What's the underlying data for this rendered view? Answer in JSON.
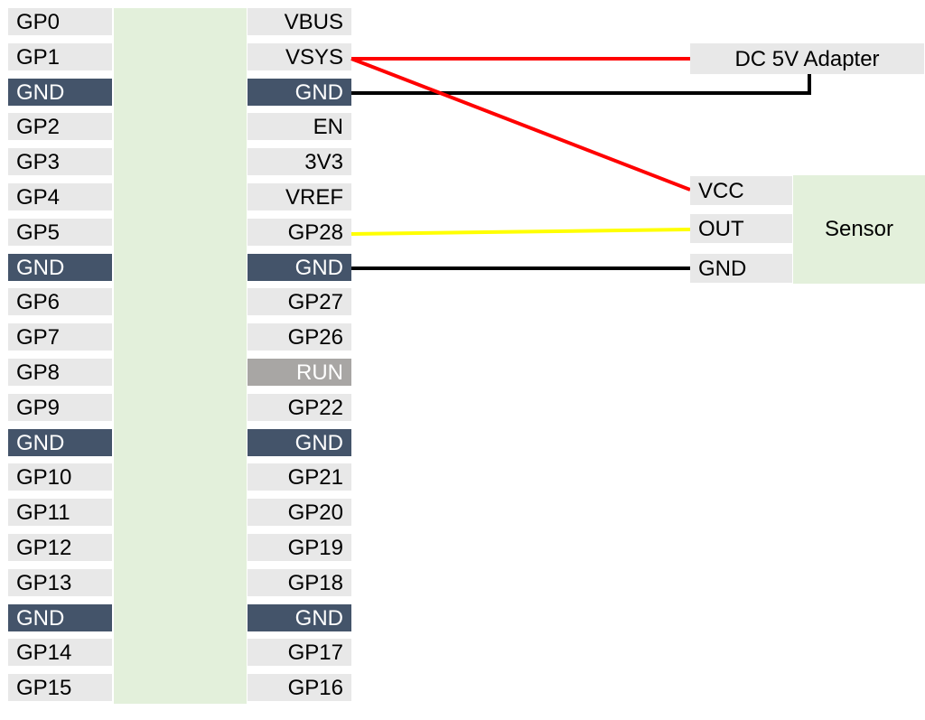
{
  "board": {
    "left_pins": [
      "GP0",
      "GP1",
      "GND",
      "GP2",
      "GP3",
      "GP4",
      "GP5",
      "GND",
      "GP6",
      "GP7",
      "GP8",
      "GP9",
      "GND",
      "GP10",
      "GP11",
      "GP12",
      "GP13",
      "GND",
      "GP14",
      "GP15"
    ],
    "right_pins": [
      "VBUS",
      "VSYS",
      "GND",
      "EN",
      "3V3",
      "VREF",
      "GP28",
      "GND",
      "GP27",
      "GP26",
      "RUN",
      "GP22",
      "GND",
      "GP21",
      "GP20",
      "GP19",
      "GP18",
      "GND",
      "GP17",
      "GP16"
    ]
  },
  "adapter": {
    "label": "DC 5V Adapter"
  },
  "sensor": {
    "label": "Sensor",
    "pins": [
      "VCC",
      "OUT",
      "GND"
    ]
  },
  "wires": [
    {
      "from": "VSYS",
      "to": "DC 5V Adapter",
      "color": "#ff0000"
    },
    {
      "from": "GND",
      "to": "DC 5V Adapter",
      "color": "#000000"
    },
    {
      "from": "VSYS",
      "to": "VCC",
      "color": "#ff0000"
    },
    {
      "from": "GP28",
      "to": "OUT",
      "color": "#ffff00"
    },
    {
      "from": "GND",
      "to": "GND",
      "color": "#000000"
    }
  ],
  "colors": {
    "board_body": "#e3f0db",
    "pin_normal": "#e8e8e8",
    "pin_gnd": "#44546a",
    "pin_run": "#a8a6a4",
    "wire_power": "#ff0000",
    "wire_ground": "#000000",
    "wire_signal": "#ffff00"
  }
}
